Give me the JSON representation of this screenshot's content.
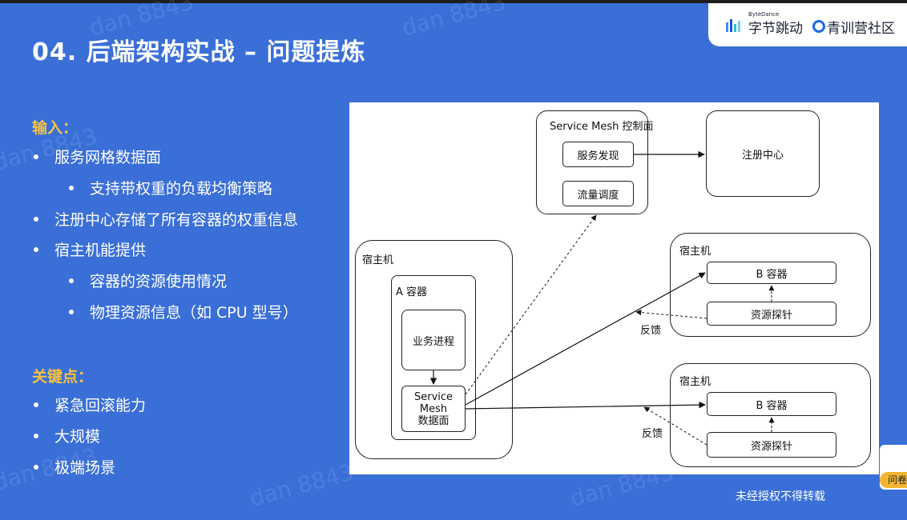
{
  "header": {
    "title": "04.  后端架构实战 – 问题提炼",
    "brand_small": "ByteDance",
    "brand_name": "字节跳动",
    "brand_partner": "青训营社区"
  },
  "left": {
    "input_label": "输入：",
    "input_items": [
      {
        "text": "服务网格数据面",
        "level": 1
      },
      {
        "text": "支持带权重的负载均衡策略",
        "level": 2
      },
      {
        "text": "注册中心存储了所有容器的权重信息",
        "level": 1
      },
      {
        "text": "宿主机能提供",
        "level": 1
      },
      {
        "text": "容器的资源使用情况",
        "level": 2
      },
      {
        "text": "物理资源信息（如 CPU 型号）",
        "level": 2
      }
    ],
    "key_label": "关键点：",
    "key_items": [
      {
        "text": "紧急回滚能力"
      },
      {
        "text": "大规模"
      },
      {
        "text": "极端场景"
      }
    ]
  },
  "diagram": {
    "control_plane_title": "Service Mesh 控制面",
    "service_discovery": "服务发现",
    "traffic_dispatch": "流量调度",
    "registry": "注册中心",
    "host_a_label": "宿主机",
    "container_a_label": "A 容器",
    "biz_process": "业务进程",
    "mesh_data_plane": [
      "Service",
      "Mesh",
      "数据面"
    ],
    "host_b1_label": "宿主机",
    "container_b1": "B 容器",
    "probe_b1": "资源探针",
    "feedback_1": "反馈",
    "host_b2_label": "宿主机",
    "container_b2": "B 容器",
    "probe_b2": "资源探针",
    "feedback_2": "反馈"
  },
  "footer": {
    "note": "未经授权不得转载",
    "watermark": "dan 8843",
    "side_badge": "问卷"
  }
}
